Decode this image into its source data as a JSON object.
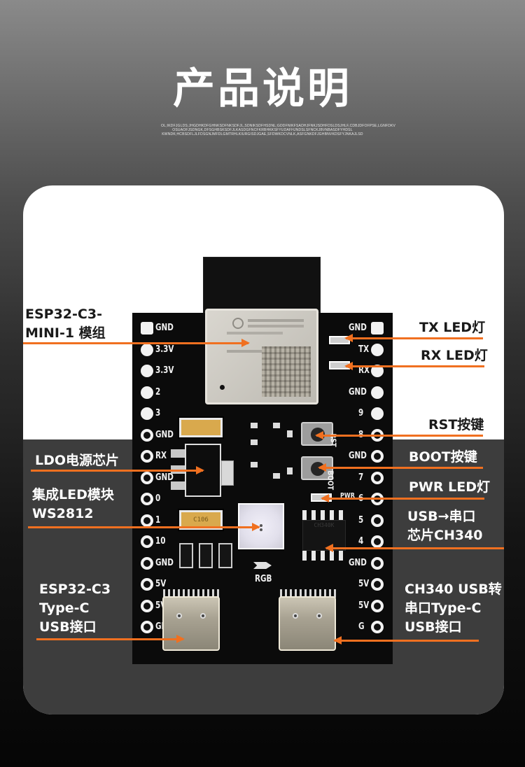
{
  "page": {
    "title": "产品说明",
    "subtitle_lines": [
      "OL;IKDFJGLDS;JHGDHKDFGHNKSDFNKSDFJL,SDNIKSDFHSDNL;GDDFNIKFSADHJFNKJSDHFDSLDSJHLF,CDBJDFOFPSE,LGNFDKV",
      "OSUAOFJSDNGK,DFSGHBSKSDFJLKASDGFNCFKRBHKKSFYUDAFHJNDSLSFNCKJBVNBASDFYHDSL",
      "KWNDK;HCBSDFLJLFDSGNJMFDLGMTRHLKIURGISDJGAE,SFDWKDCVNLK,ASFGNKDFJGHBNVKDSFYJNKAJLSD"
    ]
  },
  "product": {
    "colors": {
      "arrow": "#f07020",
      "card_light": "#ffffff",
      "card_dark": "#3d3d3d",
      "pcb": "#0b0b0b"
    },
    "left_pin_labels": [
      "GND",
      "3.3V",
      "3.3V",
      "2",
      "3",
      "GND",
      "RX",
      "GND",
      "0",
      "1",
      "10",
      "GND",
      "5V",
      "5V",
      "GND"
    ],
    "right_pin_labels": [
      "GND",
      "TX",
      "RX",
      "GND",
      "9",
      "8",
      "GND",
      "7",
      "6",
      "5",
      "4",
      "GND",
      "5V",
      "5V",
      "G"
    ],
    "silk_labels": {
      "rgb": "RGB",
      "rst": "RST",
      "boot": "BOOT",
      "pwr": "PWR",
      "cap_left": "C106",
      "chip": "CH340K"
    }
  },
  "annotations": {
    "left": [
      {
        "id": "module",
        "text": "ESP32-C3-\nMINI-1 模组"
      },
      {
        "id": "ldo",
        "text": "LDO电源芯片"
      },
      {
        "id": "led",
        "text": "集成LED模块\nWS2812"
      },
      {
        "id": "usb_esp",
        "text": "ESP32-C3\nType-C\nUSB接口"
      }
    ],
    "right": [
      {
        "id": "tx",
        "text": "TX LED灯"
      },
      {
        "id": "rx",
        "text": "RX LED灯"
      },
      {
        "id": "rst",
        "text": "RST按键"
      },
      {
        "id": "boot",
        "text": "BOOT按键"
      },
      {
        "id": "pwr",
        "text": "PWR LED灯"
      },
      {
        "id": "ch340",
        "text": "USB→串口\n芯片CH340"
      },
      {
        "id": "usb_ch340",
        "text": "CH340 USB转\n串口Type-C\nUSB接口"
      }
    ]
  }
}
